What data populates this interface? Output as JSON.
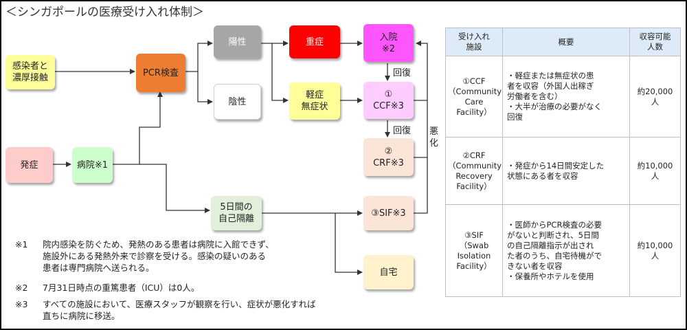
{
  "title": "＜シンガポールの医療受け入れ体制＞",
  "colors": {
    "yellow": "#ffff99",
    "orange": "#ed7d31",
    "gray": "#a6a6a6",
    "white": "#ffffff",
    "red": "#ff0000",
    "magenta": "#ff55ff",
    "pink_light": "#ffccff",
    "peach": "#fbe5d6",
    "pink": "#ffcccc",
    "green_light": "#ccffcc",
    "green_pale": "#e2efda",
    "cream": "#fff2cc"
  },
  "boxes": {
    "contact": "感染者と\n濃厚接触",
    "pcr": "PCR検査",
    "positive": "陽性",
    "negative": "陰性",
    "severe": "重症",
    "hospital": "入院\n※2",
    "mild": "軽症\n無症状",
    "ccf": "①\nCCF※3",
    "crf": "②\nCRF※3",
    "onset": "発症",
    "hospital1": "病院※1",
    "isolation": "5日間の\n自己隔離",
    "sif": "③SIF※3",
    "home": "自宅"
  },
  "labels": {
    "recover1": "回復",
    "recover2": "回復",
    "worsen": "悪\n化"
  },
  "notes": [
    {
      "mark": "※1",
      "text": "院内感染を防ぐため、発熱のある患者は病院に入館できず、\n施設外にある発熱外来で診察を受ける。感染の疑いのある\n患者は専門病院へ送られる。"
    },
    {
      "mark": "※2",
      "text": "7月31日時点の重篤患者（ICU）は0人。"
    },
    {
      "mark": "※3",
      "text": "すべての施設において、医療スタッフが観察を行い、症状が悪化すれば\n直ちに病院に移送。"
    }
  ],
  "table": {
    "headers": [
      "受け入れ\n施設",
      "概要",
      "収容可能\n人数"
    ],
    "rows": [
      {
        "facility": "①CCF\n（Community\nCare\nFacility）",
        "overview": "・軽症または無症状の患\n者を収容（外国人出稼ぎ\n労働者を含む）\n・大半が治療の必要がなく\n回復",
        "capacity": "約20,000\n人"
      },
      {
        "facility": "②CRF\n（Community\nRecovery\nFacility）",
        "overview": "・発症から14日間安定した\n状態にある者を収容",
        "capacity": "約10,000\n人"
      },
      {
        "facility": "③SIF\n（Swab\nIsolation\nFacility）",
        "overview": "・医師からPCR検査の必要\nがないと判断され、5日間\nの自己隔離指示が出され\nた者のうち、自宅待機がで\nきない者を収容\n・保養所やホテルを使用",
        "capacity": "約10,000\n人"
      }
    ]
  }
}
